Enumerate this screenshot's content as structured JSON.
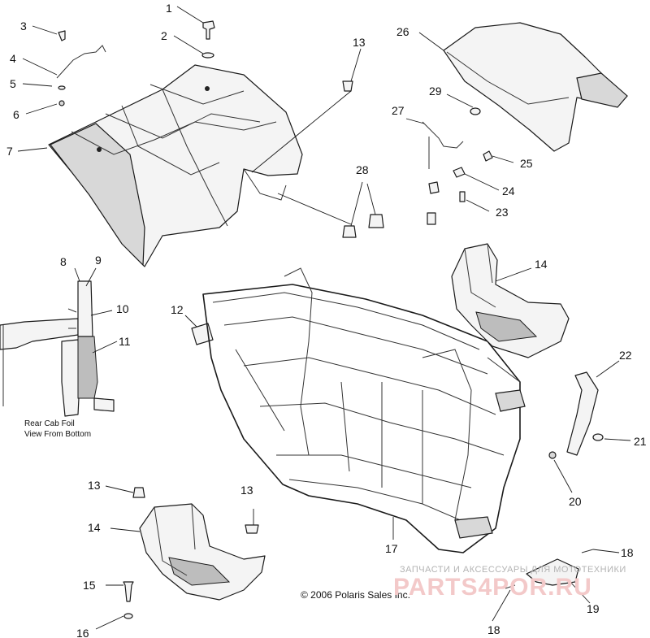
{
  "callouts": {
    "c1": "1",
    "c2": "2",
    "c3": "3",
    "c4": "4",
    "c5": "5",
    "c6": "6",
    "c7": "7",
    "c8": "8",
    "c9": "9",
    "c10": "10",
    "c11": "11",
    "c12": "12",
    "c13a": "13",
    "c13b": "13",
    "c13c": "13",
    "c14a": "14",
    "c14b": "14",
    "c15": "15",
    "c16": "16",
    "c17": "17",
    "c18a": "18",
    "c18b": "18",
    "c19": "19",
    "c20": "20",
    "c21": "21",
    "c22": "22",
    "c23": "23",
    "c24": "24",
    "c25": "25",
    "c26": "26",
    "c27": "27",
    "c28": "28",
    "c29": "29"
  },
  "inset_note": {
    "line1": "Rear Cab Foil",
    "line2": "View From Bottom"
  },
  "copyright": "© 2006 Polaris Sales Inc.",
  "watermark": {
    "top_text": "ЗАПЧАСТИ И АКСЕССУАРЫ ДЛЯ МОТОТЕХНИКИ",
    "brand": "PARTS4POR.RU"
  },
  "colors": {
    "line": "#1a1a1a",
    "watermark_top": "#b3b3b3",
    "watermark_brand": "#f3c9c9"
  }
}
